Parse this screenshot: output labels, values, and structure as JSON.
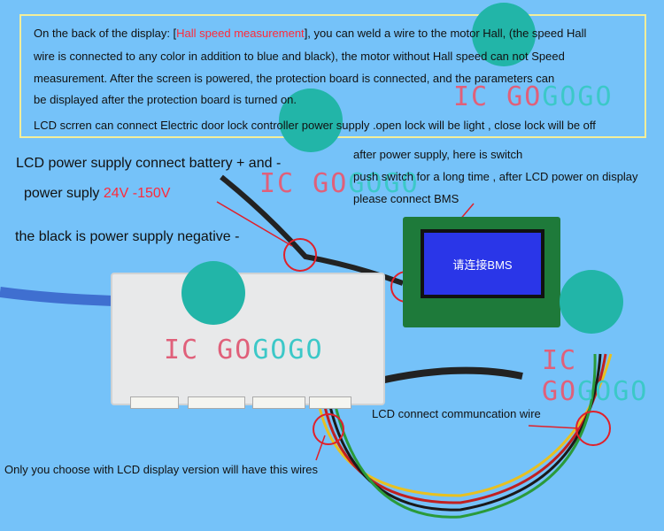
{
  "info_box": {
    "line1_pre": "On the back of the display: [",
    "line1_red": "Hall speed measurement",
    "line1_post": "], you can weld a wire to the motor Hall, (the speed Hall",
    "line2": "wire is connected to any color in addition to blue and black), the motor without Hall speed can not Speed",
    "line3": "measurement. After the screen is powered, the protection board is connected, and the parameters can",
    "line4": "be displayed after the protection board is turned on.",
    "line5": "LCD scrren can connect Electric door lock controller power supply .open lock will be light , close lock will be off"
  },
  "annotations": {
    "power_connect": "LCD power supply connect battery + and -",
    "power_supply_pre": "power suply ",
    "power_supply_red": "24V -150V",
    "black_negative": "the black is power supply negative -",
    "switch1": "after power supply, here is switch",
    "switch2": "push switch for a long time , after LCD power on display",
    "switch3": "please connect BMS",
    "comm_wire": "LCD connect communcation wire",
    "lcd_version": "Only you choose with LCD display version will have this wires"
  },
  "lcd_screen_text": "请连接BMS",
  "watermark": {
    "part1": "IC GO",
    "part2": "GOGO"
  },
  "colors": {
    "background": "#75c2f9",
    "accent_red": "#ff2a3a"
  }
}
